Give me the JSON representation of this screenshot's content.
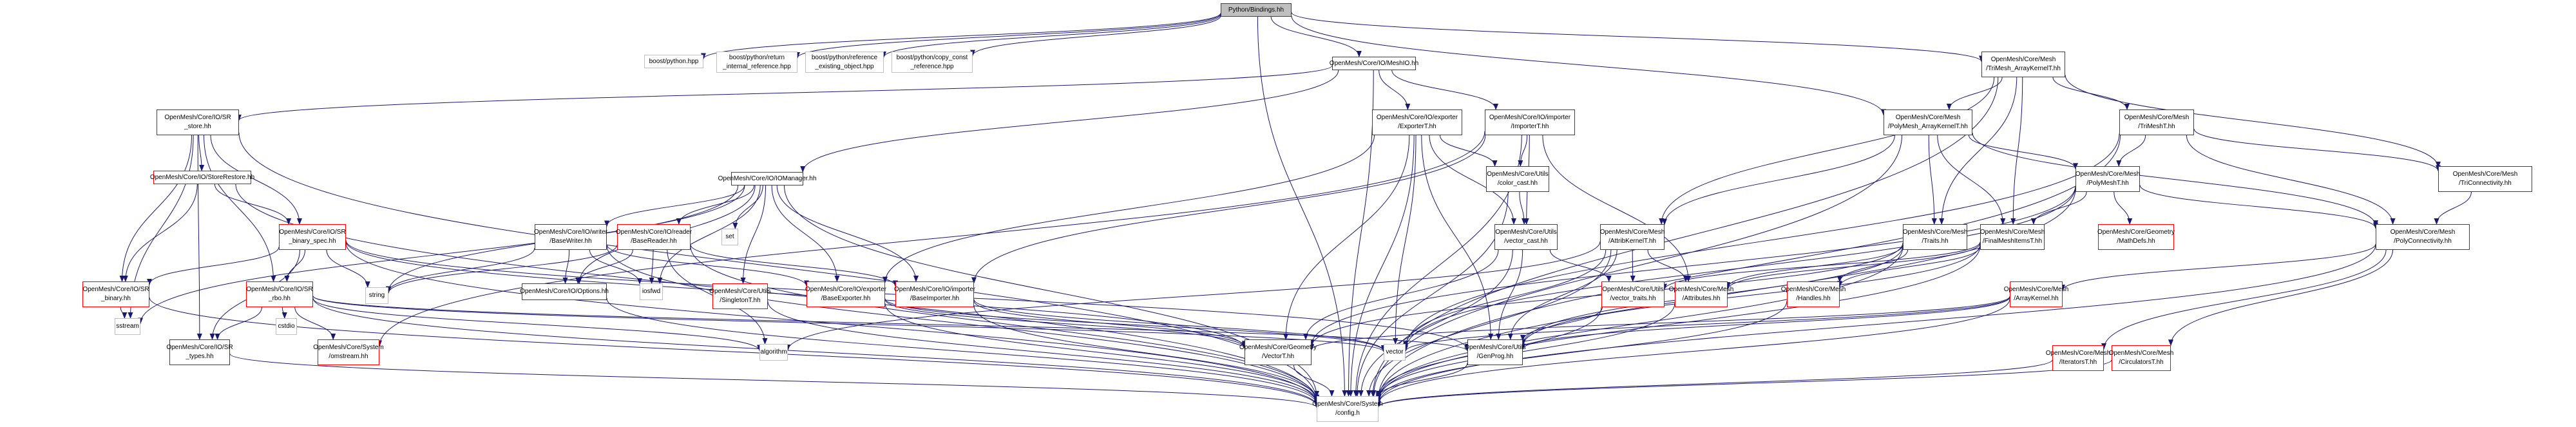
{
  "graph": {
    "title": "Python/Bindings.hh",
    "edge_color": "#191970",
    "node_styles": {
      "root": {
        "fill": "#bfbfbf",
        "border": "#404040"
      },
      "normal": {
        "fill": "#ffffff",
        "border": "#404040"
      },
      "ext": {
        "fill": "#ffffff",
        "border": "#bfbfbf"
      },
      "trunc": {
        "fill": "#ffffff",
        "border": "#ff0000"
      }
    },
    "nodes": [
      {
        "id": "bindings",
        "label": "Python/Bindings.hh",
        "kind": "root"
      },
      {
        "id": "boost_python",
        "label": "boost/python.hpp",
        "kind": "ext"
      },
      {
        "id": "boost_rir",
        "label": "boost/python/return\n_internal_reference.hpp",
        "kind": "ext"
      },
      {
        "id": "boost_reo",
        "label": "boost/python/reference\n_existing_object.hpp",
        "kind": "ext"
      },
      {
        "id": "boost_ccr",
        "label": "boost/python/copy_const\n_reference.hpp",
        "kind": "ext"
      },
      {
        "id": "meshio",
        "label": "OpenMesh/Core/IO/MeshIO.hh",
        "kind": "normal"
      },
      {
        "id": "trimesh_ak",
        "label": "OpenMesh/Core/Mesh\n/TriMesh_ArrayKernelT.hh",
        "kind": "normal"
      },
      {
        "id": "sr_store",
        "label": "OpenMesh/Core/IO/SR\n_store.hh",
        "kind": "normal"
      },
      {
        "id": "exporter",
        "label": "OpenMesh/Core/IO/exporter\n/ExporterT.hh",
        "kind": "normal"
      },
      {
        "id": "importer",
        "label": "OpenMesh/Core/IO/importer\n/ImporterT.hh",
        "kind": "normal"
      },
      {
        "id": "polymesh_ak",
        "label": "OpenMesh/Core/Mesh\n/PolyMesh_ArrayKernelT.hh",
        "kind": "normal"
      },
      {
        "id": "trimesht",
        "label": "OpenMesh/Core/Mesh\n/TriMeshT.hh",
        "kind": "normal"
      },
      {
        "id": "triconn",
        "label": "OpenMesh/Core/Mesh\n/TriConnectivity.hh",
        "kind": "normal"
      },
      {
        "id": "storerestore",
        "label": "OpenMesh/Core/IO/StoreRestore.hh",
        "kind": "trunc"
      },
      {
        "id": "iomanager",
        "label": "OpenMesh/Core/IO/IOManager.hh",
        "kind": "normal"
      },
      {
        "id": "color_cast",
        "label": "OpenMesh/Core/Utils\n/color_cast.hh",
        "kind": "normal"
      },
      {
        "id": "polymesht",
        "label": "OpenMesh/Core/Mesh\n/PolyMeshT.hh",
        "kind": "normal"
      },
      {
        "id": "sr_binary_spec",
        "label": "OpenMesh/Core/IO/SR\n_binary_spec.hh",
        "kind": "trunc"
      },
      {
        "id": "basewriter",
        "label": "OpenMesh/Core/IO/writer\n/BaseWriter.hh",
        "kind": "normal"
      },
      {
        "id": "basereader",
        "label": "OpenMesh/Core/IO/reader\n/BaseReader.hh",
        "kind": "trunc"
      },
      {
        "id": "set",
        "label": "set",
        "kind": "ext"
      },
      {
        "id": "vector_cast",
        "label": "OpenMesh/Core/Utils\n/vector_cast.hh",
        "kind": "normal"
      },
      {
        "id": "attribkernel",
        "label": "OpenMesh/Core/Mesh\n/AttribKernelT.hh",
        "kind": "normal"
      },
      {
        "id": "traits",
        "label": "OpenMesh/Core/Mesh\n/Traits.hh",
        "kind": "normal"
      },
      {
        "id": "finalmeshitems",
        "label": "OpenMesh/Core/Mesh\n/FinalMeshItemsT.hh",
        "kind": "normal"
      },
      {
        "id": "mathdefs",
        "label": "OpenMesh/Core/Geometry\n/MathDefs.hh",
        "kind": "trunc"
      },
      {
        "id": "polyconn",
        "label": "OpenMesh/Core/Mesh\n/PolyConnectivity.hh",
        "kind": "normal"
      },
      {
        "id": "sr_binary",
        "label": "OpenMesh/Core/IO/SR\n_binary.hh",
        "kind": "trunc"
      },
      {
        "id": "sr_rbo",
        "label": "OpenMesh/Core/IO/SR\n_rbo.hh",
        "kind": "trunc"
      },
      {
        "id": "string",
        "label": "string",
        "kind": "ext"
      },
      {
        "id": "options",
        "label": "OpenMesh/Core/IO/Options.hh",
        "kind": "normal"
      },
      {
        "id": "iosfwd",
        "label": "iosfwd",
        "kind": "ext"
      },
      {
        "id": "singleton",
        "label": "OpenMesh/Core/Utils\n/SingletonT.hh",
        "kind": "trunc"
      },
      {
        "id": "baseexporter",
        "label": "OpenMesh/Core/IO/exporter\n/BaseExporter.hh",
        "kind": "trunc"
      },
      {
        "id": "baseimporter",
        "label": "OpenMesh/Core/IO/importer\n/BaseImporter.hh",
        "kind": "trunc"
      },
      {
        "id": "vector_traits",
        "label": "OpenMesh/Core/Utils\n/vector_traits.hh",
        "kind": "trunc"
      },
      {
        "id": "attributes",
        "label": "OpenMesh/Core/Mesh\n/Attributes.hh",
        "kind": "trunc"
      },
      {
        "id": "handles",
        "label": "OpenMesh/Core/Mesh\n/Handles.hh",
        "kind": "trunc"
      },
      {
        "id": "arraykernel",
        "label": "OpenMesh/Core/Mesh\n/ArrayKernel.hh",
        "kind": "trunc"
      },
      {
        "id": "sstream",
        "label": "sstream",
        "kind": "ext"
      },
      {
        "id": "sr_types",
        "label": "OpenMesh/Core/IO/SR\n_types.hh",
        "kind": "normal"
      },
      {
        "id": "cstdio",
        "label": "cstdio",
        "kind": "ext"
      },
      {
        "id": "omstream",
        "label": "OpenMesh/Core/System\n/omstream.hh",
        "kind": "trunc"
      },
      {
        "id": "algorithm",
        "label": "algorithm",
        "kind": "ext"
      },
      {
        "id": "vectort",
        "label": "OpenMesh/Core/Geometry\n/VectorT.hh",
        "kind": "normal"
      },
      {
        "id": "vector",
        "label": "vector",
        "kind": "ext"
      },
      {
        "id": "genprog",
        "label": "OpenMesh/Core/Utils\n/GenProg.hh",
        "kind": "normal"
      },
      {
        "id": "iteratorst",
        "label": "OpenMesh/Core/Mesh\n/IteratorsT.hh",
        "kind": "trunc"
      },
      {
        "id": "circulatorst",
        "label": "OpenMesh/Core/Mesh\n/CirculatorsT.hh",
        "kind": "trunc"
      },
      {
        "id": "config",
        "label": "OpenMesh/Core/System\n/config.h",
        "kind": "ext"
      }
    ],
    "edges": [
      [
        "bindings",
        "boost_python"
      ],
      [
        "bindings",
        "boost_rir"
      ],
      [
        "bindings",
        "boost_reo"
      ],
      [
        "bindings",
        "boost_ccr"
      ],
      [
        "bindings",
        "meshio"
      ],
      [
        "bindings",
        "trimesh_ak"
      ],
      [
        "bindings",
        "polymesh_ak"
      ],
      [
        "bindings",
        "config"
      ],
      [
        "meshio",
        "sr_store"
      ],
      [
        "meshio",
        "iomanager"
      ],
      [
        "meshio",
        "exporter"
      ],
      [
        "meshio",
        "importer"
      ],
      [
        "meshio",
        "config"
      ],
      [
        "trimesh_ak",
        "polymesh_ak"
      ],
      [
        "trimesh_ak",
        "trimesht"
      ],
      [
        "trimesh_ak",
        "attribkernel"
      ],
      [
        "trimesh_ak",
        "traits"
      ],
      [
        "trimesh_ak",
        "finalmeshitems"
      ],
      [
        "trimesh_ak",
        "triconn"
      ],
      [
        "trimesh_ak",
        "config"
      ],
      [
        "sr_store",
        "storerestore"
      ],
      [
        "sr_store",
        "sr_binary_spec"
      ],
      [
        "sr_store",
        "sr_binary"
      ],
      [
        "sr_store",
        "sr_rbo"
      ],
      [
        "sr_store",
        "sr_types"
      ],
      [
        "sr_store",
        "config"
      ],
      [
        "sr_store",
        "sstream"
      ],
      [
        "storerestore",
        "sr_binary_spec"
      ],
      [
        "storerestore",
        "sr_binary"
      ],
      [
        "storerestore",
        "config"
      ],
      [
        "sr_binary_spec",
        "sr_binary"
      ],
      [
        "sr_binary_spec",
        "sr_rbo"
      ],
      [
        "sr_binary_spec",
        "string"
      ],
      [
        "sr_binary_spec",
        "sr_types"
      ],
      [
        "sr_binary_spec",
        "genprog"
      ],
      [
        "sr_binary_spec",
        "vectort"
      ],
      [
        "sr_binary_spec",
        "config"
      ],
      [
        "sr_binary",
        "sstream"
      ],
      [
        "sr_binary",
        "config"
      ],
      [
        "sr_rbo",
        "sr_types"
      ],
      [
        "sr_rbo",
        "cstdio"
      ],
      [
        "sr_rbo",
        "omstream"
      ],
      [
        "sr_rbo",
        "algorithm"
      ],
      [
        "sr_rbo",
        "vector"
      ],
      [
        "sr_rbo",
        "genprog"
      ],
      [
        "sr_rbo",
        "config"
      ],
      [
        "sr_types",
        "config"
      ],
      [
        "iomanager",
        "basewriter"
      ],
      [
        "iomanager",
        "basereader"
      ],
      [
        "iomanager",
        "set"
      ],
      [
        "iomanager",
        "string"
      ],
      [
        "iomanager",
        "options"
      ],
      [
        "iomanager",
        "iosfwd"
      ],
      [
        "iomanager",
        "singleton"
      ],
      [
        "iomanager",
        "baseexporter"
      ],
      [
        "iomanager",
        "baseimporter"
      ],
      [
        "iomanager",
        "sstream"
      ],
      [
        "iomanager",
        "config"
      ],
      [
        "basewriter",
        "string"
      ],
      [
        "basewriter",
        "options"
      ],
      [
        "basewriter",
        "iosfwd"
      ],
      [
        "basewriter",
        "baseexporter"
      ],
      [
        "basewriter",
        "config"
      ],
      [
        "basereader",
        "string"
      ],
      [
        "basereader",
        "options"
      ],
      [
        "basereader",
        "iosfwd"
      ],
      [
        "basereader",
        "baseimporter"
      ],
      [
        "basereader",
        "algorithm"
      ],
      [
        "basereader",
        "config"
      ],
      [
        "options",
        "config"
      ],
      [
        "singleton",
        "config"
      ],
      [
        "exporter",
        "baseexporter"
      ],
      [
        "exporter",
        "color_cast"
      ],
      [
        "exporter",
        "vector_cast"
      ],
      [
        "exporter",
        "vectort"
      ],
      [
        "exporter",
        "genprog"
      ],
      [
        "exporter",
        "vector"
      ],
      [
        "exporter",
        "config"
      ],
      [
        "importer",
        "baseimporter"
      ],
      [
        "importer",
        "color_cast"
      ],
      [
        "importer",
        "vector_cast"
      ],
      [
        "importer",
        "attributes"
      ],
      [
        "importer",
        "omstream"
      ],
      [
        "importer",
        "config"
      ],
      [
        "color_cast",
        "vector_cast"
      ],
      [
        "color_cast",
        "config"
      ],
      [
        "vector_cast",
        "vector_traits"
      ],
      [
        "vector_cast",
        "vectort"
      ],
      [
        "vector_cast",
        "genprog"
      ],
      [
        "vector_cast",
        "config"
      ],
      [
        "baseexporter",
        "vectort"
      ],
      [
        "baseexporter",
        "vector"
      ],
      [
        "baseexporter",
        "config"
      ],
      [
        "baseimporter",
        "vectort"
      ],
      [
        "baseimporter",
        "vector"
      ],
      [
        "baseimporter",
        "config"
      ],
      [
        "vectort",
        "config"
      ],
      [
        "genprog",
        "config"
      ],
      [
        "vector_traits",
        "genprog"
      ],
      [
        "vector_traits",
        "config"
      ],
      [
        "polymesh_ak",
        "attribkernel"
      ],
      [
        "polymesh_ak",
        "polymesht"
      ],
      [
        "polymesh_ak",
        "traits"
      ],
      [
        "polymesh_ak",
        "finalmeshitems"
      ],
      [
        "polymesh_ak",
        "polyconn"
      ],
      [
        "polymesh_ak",
        "config"
      ],
      [
        "trimesht",
        "polymesht"
      ],
      [
        "trimesht",
        "triconn"
      ],
      [
        "trimesht",
        "polyconn"
      ],
      [
        "trimesht",
        "config"
      ],
      [
        "trimesht",
        "vector"
      ],
      [
        "triconn",
        "polyconn"
      ],
      [
        "polymesht",
        "finalmeshitems"
      ],
      [
        "polymesht",
        "mathdefs"
      ],
      [
        "polymesht",
        "polyconn"
      ],
      [
        "polymesht",
        "vectort"
      ],
      [
        "polymesht",
        "config"
      ],
      [
        "polymesht",
        "vector"
      ],
      [
        "attribkernel",
        "vector_traits"
      ],
      [
        "attribkernel",
        "attributes"
      ],
      [
        "attribkernel",
        "genprog"
      ],
      [
        "attribkernel",
        "vector"
      ],
      [
        "attribkernel",
        "algorithm"
      ],
      [
        "attribkernel",
        "config"
      ],
      [
        "traits",
        "attributes"
      ],
      [
        "traits",
        "handles"
      ],
      [
        "traits",
        "vectort"
      ],
      [
        "traits",
        "genprog"
      ],
      [
        "traits",
        "config"
      ],
      [
        "finalmeshitems",
        "handles"
      ],
      [
        "finalmeshitems",
        "attributes"
      ],
      [
        "finalmeshitems",
        "genprog"
      ],
      [
        "finalmeshitems",
        "vector_traits"
      ],
      [
        "finalmeshitems",
        "config"
      ],
      [
        "polyconn",
        "arraykernel"
      ],
      [
        "polyconn",
        "iteratorst"
      ],
      [
        "polyconn",
        "circulatorst"
      ],
      [
        "polyconn",
        "config"
      ],
      [
        "attributes",
        "config"
      ],
      [
        "handles",
        "config"
      ],
      [
        "arraykernel",
        "vector"
      ],
      [
        "arraykernel",
        "genprog"
      ],
      [
        "arraykernel",
        "vectort"
      ],
      [
        "arraykernel",
        "config"
      ],
      [
        "iteratorst",
        "config"
      ],
      [
        "circulatorst",
        "config"
      ]
    ]
  }
}
